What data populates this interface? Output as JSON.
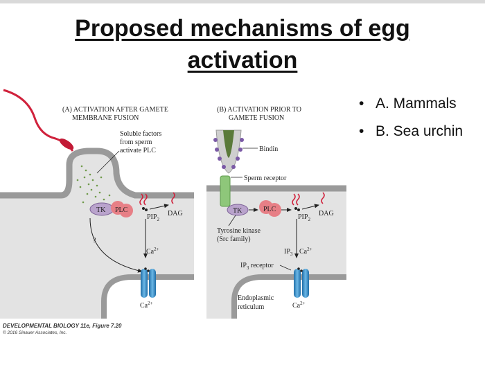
{
  "slide": {
    "title_line1": "Proposed mechanisms of egg",
    "title_line2": "activation",
    "bullets": [
      "A.  Mammals",
      "B.  Sea urchin"
    ]
  },
  "panel_a": {
    "heading1": "(A) ACTIVATION AFTER GAMETE",
    "heading2": "MEMBRANE FUSION",
    "soluble1": "Soluble factors",
    "soluble2": "from sperm",
    "soluble3": "activate PLC",
    "tk": "TK",
    "plc": "PLC",
    "dag": "DAG",
    "pip": "PIP",
    "pip_sub": "2",
    "question": "?",
    "ca": "Ca",
    "ca_sup": "2+"
  },
  "panel_b": {
    "heading1": "(B) ACTIVATION PRIOR TO",
    "heading2": "GAMETE FUSION",
    "bindin": "Bindin",
    "sperm_receptor": "Sperm receptor",
    "tk": "TK",
    "plc": "PLC",
    "dag": "DAG",
    "pip": "PIP",
    "pip_sub": "2",
    "tyrosine1": "Tyrosine kinase",
    "tyrosine2": "(Src family)",
    "ip": "IP",
    "ip_sub": "3",
    "ip3_receptor": "IP",
    "ip3_receptor_sub": "3",
    "ip3_receptor_suffix": " receptor",
    "ca": "Ca",
    "ca_sup": "2+",
    "er1": "Endoplasmic",
    "er2": "reticulum"
  },
  "caption": {
    "line1": "DEVELOPMENTAL BIOLOGY 11e, Figure 7.20",
    "line2": "© 2016 Sinauer Associates, Inc."
  },
  "colors": {
    "membrane": "#9a9a9a",
    "cytoplasm": "#e3e3e3",
    "channel": "#3d8fc7",
    "tk": "#b9a3cc",
    "plc": "#e77f86",
    "sperm_tail": "#d0223c",
    "bindin": "#7b5aa6",
    "receptor": "#8ec77a"
  }
}
